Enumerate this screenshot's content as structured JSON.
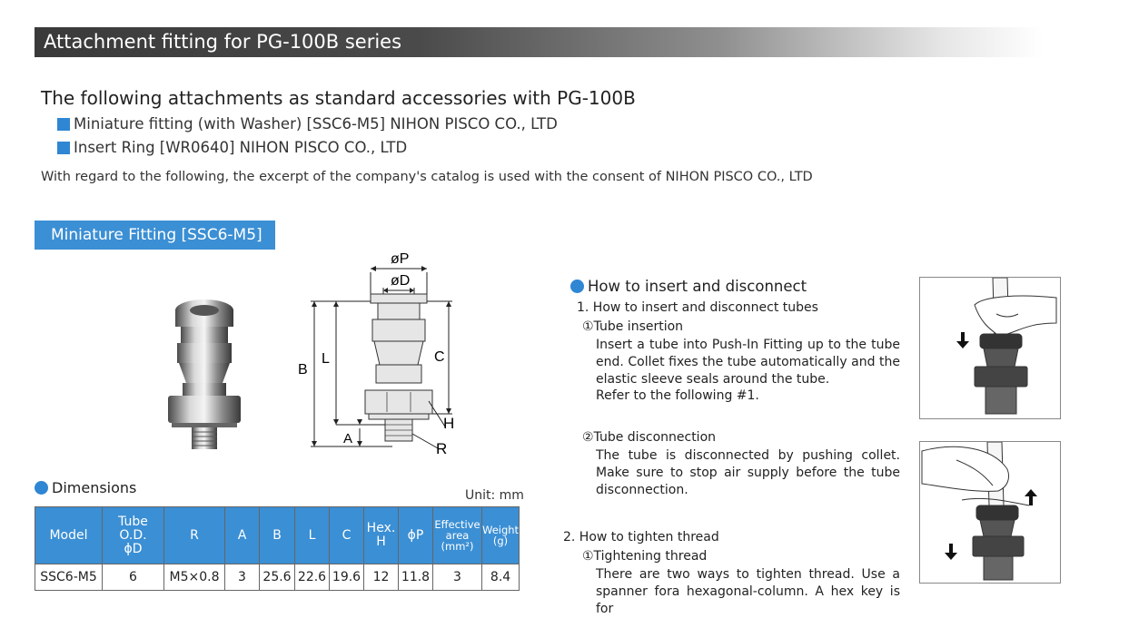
{
  "header": {
    "title": "Attachment fitting for PG-100B series"
  },
  "intro": {
    "heading": "The following attachments as standard accessories with PG-100B",
    "accessories": [
      "Miniature fitting (with Washer) [SSC6-M5] NIHON PISCO CO., LTD",
      "Insert Ring [WR0640] NIHON PISCO CO., LTD"
    ],
    "consent": "With regard to the following, the excerpt of the company's catalog is used with the consent of NIHON PISCO CO., LTD"
  },
  "section": {
    "title": "Miniature Fitting [SSC6-M5]"
  },
  "drawing_labels": {
    "p": "øP",
    "d": "øD",
    "b": "B",
    "l": "L",
    "c": "C",
    "a": "A",
    "h": "H",
    "r": "R"
  },
  "dimensions": {
    "heading": "Dimensions",
    "unit": "Unit: mm",
    "headers": {
      "model": "Model",
      "tube_od_1": "Tube O.D.",
      "tube_od_2": "ϕD",
      "r": "R",
      "a": "A",
      "b": "B",
      "l": "L",
      "c": "C",
      "hex_1": "Hex.",
      "hex_2": "H",
      "p": "ϕP",
      "area_1": "Effective",
      "area_2": "area",
      "area_3": "(mm²)",
      "weight_1": "Weight",
      "weight_2": "(g)"
    },
    "row": {
      "model": "SSC6-M5",
      "tube_od": "6",
      "r": "M5×0.8",
      "a": "3",
      "b": "25.6",
      "l": "22.6",
      "c": "19.6",
      "hex": "12",
      "p": "11.8",
      "area": "3",
      "weight": "8.4"
    }
  },
  "howto": {
    "heading": "How to insert and disconnect",
    "sub1": "1. How to insert and disconnect tubes",
    "insertion_title": "①Tube insertion",
    "insertion_text": "Insert a tube into Push-In Fitting up to the tube end. Collet fixes the tube automatically and the elastic sleeve seals around the tube.",
    "insertion_ref": "Refer to the following #1.",
    "disconnection_title": "②Tube disconnection",
    "disconnection_text": "The tube is disconnected by pushing collet. Make sure to stop air supply before the tube disconnection.",
    "sub2": "2. How to tighten thread",
    "tighten_title": "①Tightening thread",
    "tighten_text": "There are two ways to tighten thread. Use a spanner fora hexagonal-column. A hex key is for"
  },
  "colors": {
    "accent": "#3b8fd4",
    "bullet": "#2f86d3"
  }
}
